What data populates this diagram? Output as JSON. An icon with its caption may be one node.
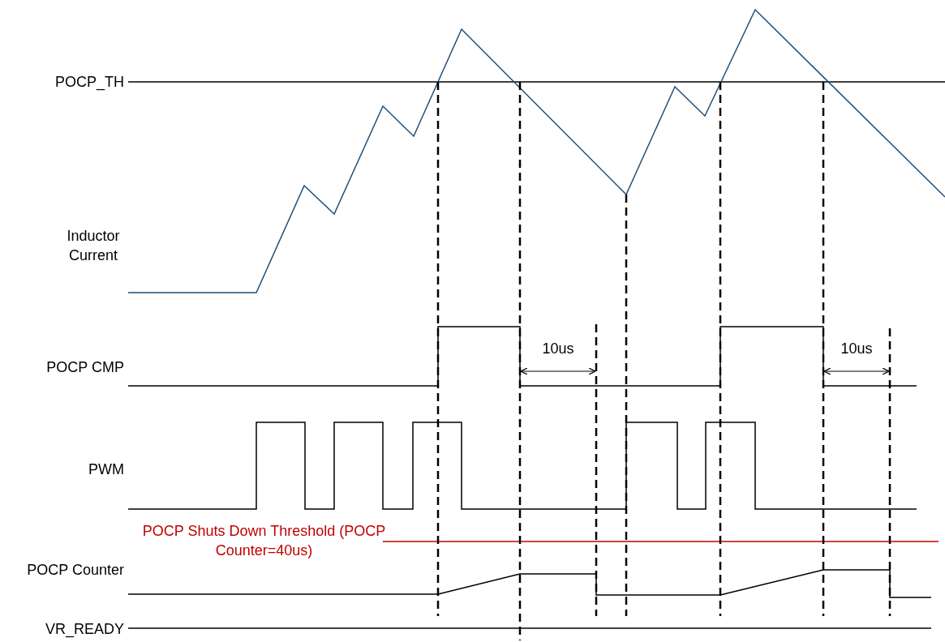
{
  "diagram": {
    "labels": [
      "POCP_TH",
      "Inductor Current",
      "POCP CMP",
      "10us",
      "10us",
      "PWM",
      "POCP Shuts Down Threshold (POCP Counter=40us)",
      "POCP Counter",
      "VR_READY"
    ]
  }
}
